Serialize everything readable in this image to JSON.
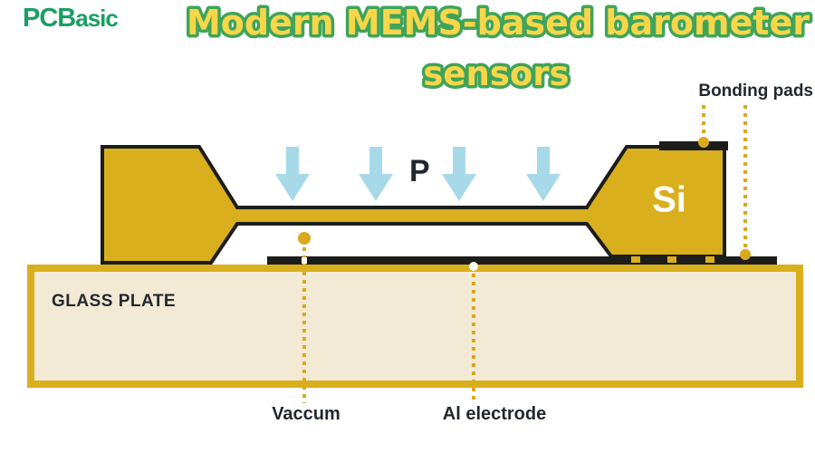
{
  "header": {
    "logo": {
      "part1": "PCB",
      "part2": "asic"
    },
    "title_line1": "Modern MEMS-based barometer",
    "title_line2": "sensors"
  },
  "diagram": {
    "labels": {
      "pressure": "P",
      "silicon": "Si",
      "bonding_pads": "Bonding pads",
      "glass_plate": "GLASS PLATE",
      "vacuum": "Vaccum",
      "al_electrode": "Al electrode"
    },
    "icons": {
      "pressure_arrows": "down-arrow-icon",
      "count_pressure_arrows": 4
    }
  },
  "colors": {
    "gold": "#d9af1e",
    "gold_dark": "#d9a91e",
    "outline": "#1d1d1b",
    "cream": "#f2ead4",
    "arrow_blue": "#a7d9e9",
    "title_yellow": "#f8d64a",
    "title_green": "#3fa45a",
    "logo_green": "#1a9e63",
    "text_dark": "#23272e"
  }
}
